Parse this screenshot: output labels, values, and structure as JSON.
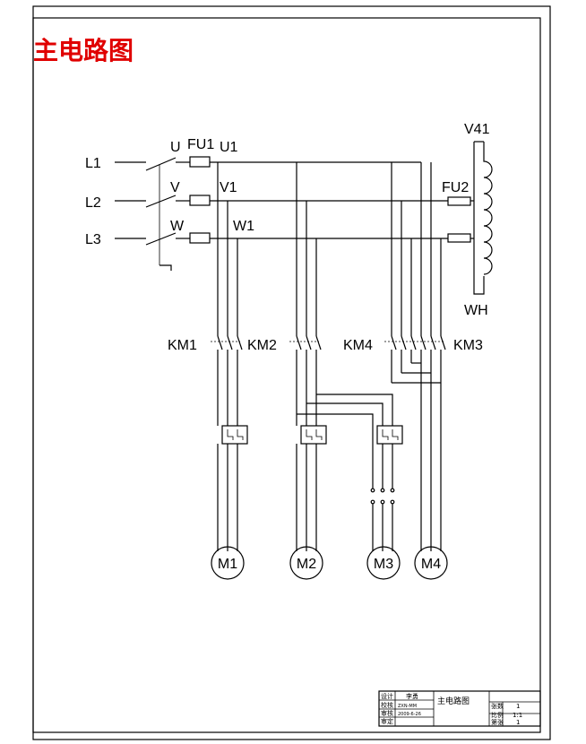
{
  "title": "主电路图",
  "phases": [
    {
      "line": "L1",
      "phase": "U",
      "terminal": "U1"
    },
    {
      "line": "L2",
      "phase": "V",
      "terminal": "V1"
    },
    {
      "line": "L3",
      "phase": "W",
      "terminal": "W1"
    }
  ],
  "fuses": {
    "main": "FU1",
    "control": "FU2"
  },
  "transformer": {
    "top": "V41",
    "bottom": "WH"
  },
  "contactors": [
    "KM1",
    "KM2",
    "KM4",
    "KM3"
  ],
  "motors": [
    "M1",
    "M2",
    "M3",
    "M4"
  ],
  "title_block": {
    "drawing_name": "主电路图",
    "row_labels": [
      "设计",
      "校核",
      "审核",
      "审定"
    ],
    "row_values": [
      "李勇",
      "ZXN-MM",
      "2009-6-26",
      ""
    ],
    "sheet_label": "张数",
    "sheet_value": "1",
    "scale_label": "比例",
    "scale_value": "1:1",
    "page_label": "第张",
    "page_value": "1"
  }
}
